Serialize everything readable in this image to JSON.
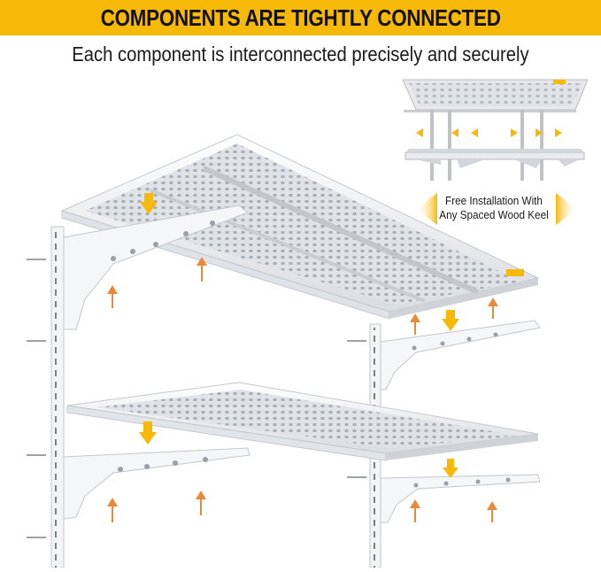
{
  "header": {
    "title": "COMPONENTS ARE TIGHTLY CONNECTED",
    "subtitle": "Each component is interconnected precisely and securely"
  },
  "inset": {
    "caption_line1": "Free Installation With",
    "caption_line2": "Any Spaced Wood Keel"
  },
  "colors": {
    "banner": "#f6b908",
    "arrow_orange": "#e9893a",
    "arrow_yellow": "#f6b908",
    "metal_white": "#f4f5f6",
    "metal_shadow": "#c9ccd0"
  }
}
